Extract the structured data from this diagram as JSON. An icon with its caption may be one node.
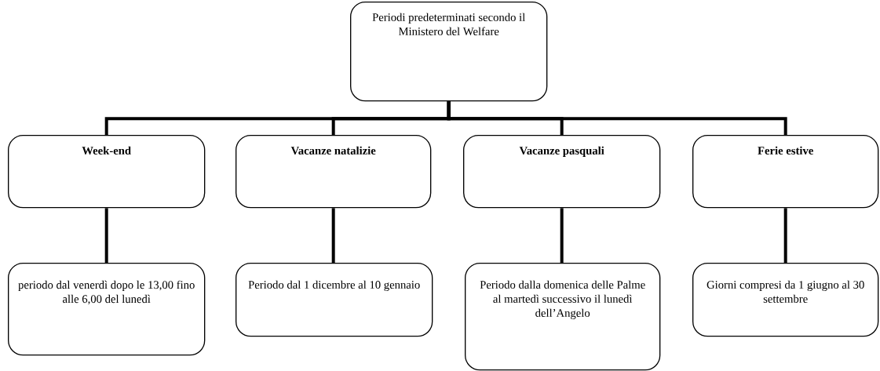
{
  "diagram": {
    "nodes": [
      {
        "text": [
          "Periodi predeterminati secondo il Ministero del Welfare"
        ]
      },
      {
        "text": [
          "Week-end"
        ]
      },
      {
        "text": [
          "Vacanze natalizie"
        ]
      },
      {
        "text": [
          "Vacanze pasquali"
        ]
      },
      {
        "text": [
          "Ferie estive"
        ]
      },
      {
        "text": [
          "periodo dal venerdì dopo le 13,00 fino alle 6,00 del  lunedì"
        ]
      },
      {
        "text": [
          "Periodo dal 1 dicembre al 10 gennaio"
        ]
      },
      {
        "text": [
          "Periodo dalla domenica delle Palme al martedì successivo il lunedì dell’Angelo"
        ]
      },
      {
        "text": [
          "Giorni compresi da 1 giugno al 30 settembre"
        ]
      }
    ],
    "edges": [
      {
        "from": 0,
        "to": 1,
        "arrow": "none"
      },
      {
        "from": 0,
        "to": 2,
        "arrow": "none"
      },
      {
        "from": 0,
        "to": 3,
        "arrow": "none"
      },
      {
        "from": 0,
        "to": 4,
        "arrow": "none"
      },
      {
        "from": 1,
        "to": 5,
        "arrow": "none"
      },
      {
        "from": 2,
        "to": 6,
        "arrow": "none"
      },
      {
        "from": 3,
        "to": 7,
        "arrow": "none"
      },
      {
        "from": 4,
        "to": 8,
        "arrow": "none"
      }
    ]
  }
}
